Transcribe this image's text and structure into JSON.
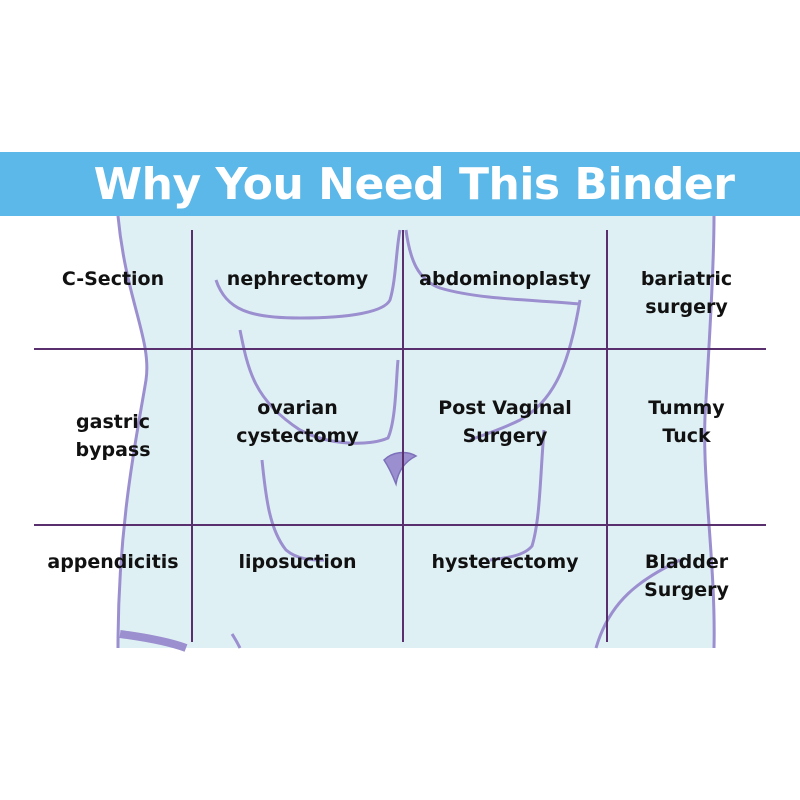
{
  "banner": {
    "title": "Why You Need This Binder"
  },
  "colors": {
    "banner": "#5bb8e8",
    "banner_text": "#ffffff",
    "torso_fill": "#dff0f4",
    "torso_outline": "#9b8fcf",
    "grid_line": "#5a2f6e",
    "label_text": "#111111"
  },
  "grid": {
    "rows": [
      [
        "C-Section",
        "nephrectomy",
        "abdominoplasty",
        "bariatric\nsurgery"
      ],
      [
        "gastric\nbypass",
        "ovarian\ncystectomy",
        "Post Vaginal\nSurgery",
        "Tummy\nTuck"
      ],
      [
        "appendicitis",
        "liposuction",
        "hysterectomy",
        "Bladder\nSurgery"
      ]
    ]
  }
}
